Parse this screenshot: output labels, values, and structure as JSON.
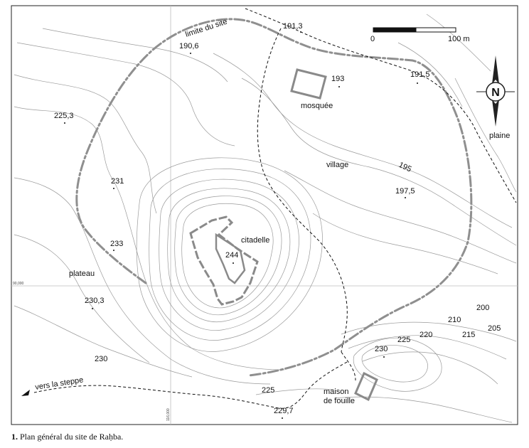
{
  "caption": {
    "number": "1.",
    "text": "Plan général du site de Raḥba."
  },
  "scale": {
    "start": "0",
    "end": "100 m"
  },
  "north": {
    "letter": "N"
  },
  "labels": {
    "site_limit": "limite du site",
    "mosque": "mosquée",
    "village": "village",
    "citadel": "citadelle",
    "plateau": "plateau",
    "plain": "plaine",
    "to_steppe": "vers la steppe",
    "excavation_house_1": "maison",
    "excavation_house_2": "de fouille"
  },
  "spot_heights": {
    "h1913": "191,3",
    "h1906": "190,6",
    "h193": "193",
    "h1915": "191,5",
    "h2253": "225,3",
    "h231": "231",
    "h1975": "197,5",
    "h233": "233",
    "h244": "244",
    "h2303": "230,3",
    "h230a": "230",
    "h230b": "230",
    "h2297": "229,7"
  },
  "contour_labels": {
    "c195": "195",
    "c200": "200",
    "c205": "205",
    "c210": "210",
    "c215": "215",
    "c220": "220",
    "c225a": "225",
    "c225b": "225"
  },
  "grid_labels": {
    "h": "90,000",
    "v": "116,000"
  },
  "colors": {
    "contour": "#9a9a9a",
    "site_limit": "#8f8f8f",
    "structure": "#8a8a8a",
    "path": "#111111",
    "grid": "#bdbdbd"
  }
}
